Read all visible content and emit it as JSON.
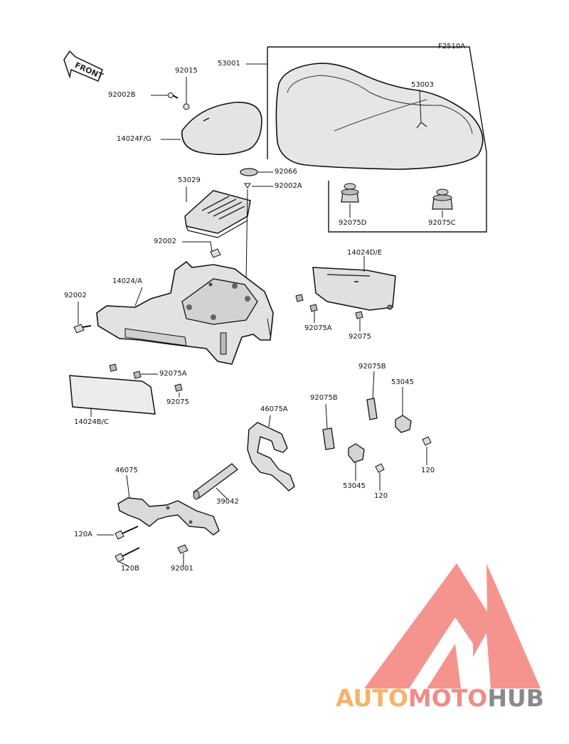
{
  "diagram": {
    "code": "F2510A",
    "front_label": "FRONT",
    "labels": {
      "p53001": "53001",
      "p53003": "53003",
      "p92015": "92015",
      "p92002B": "92002B",
      "p14024FG": "14024F/G",
      "p92066": "92066",
      "p92002A": "92002A",
      "p53029": "53029",
      "p92075D": "92075D",
      "p92075C": "92075C",
      "p92002_top": "92002",
      "p14024DE": "14024D/E",
      "p14024A": "14024/A",
      "p92002_left": "92002",
      "p92075A_right": "92075A",
      "p92075_right": "92075",
      "p92075A_left": "92075A",
      "p92075_left": "92075",
      "p14024BC": "14024B/C",
      "p92075B_upper": "92075B",
      "p53045_upper": "53045",
      "p92075B_lower": "92075B",
      "p46075A": "46075A",
      "p120_right": "120",
      "p53045_lower": "53045",
      "p120_mid": "120",
      "p46075": "46075",
      "p39042": "39042",
      "p120A": "120A",
      "p120B": "120B",
      "p92001": "92001"
    }
  },
  "watermark": {
    "part1": "AUTO",
    "part2": "MOTO",
    "part3": "HUB",
    "color1": "#f7b26a",
    "color2": "#f08c84",
    "color3": "#8a8a8a",
    "logo_color": "#f4827c"
  }
}
